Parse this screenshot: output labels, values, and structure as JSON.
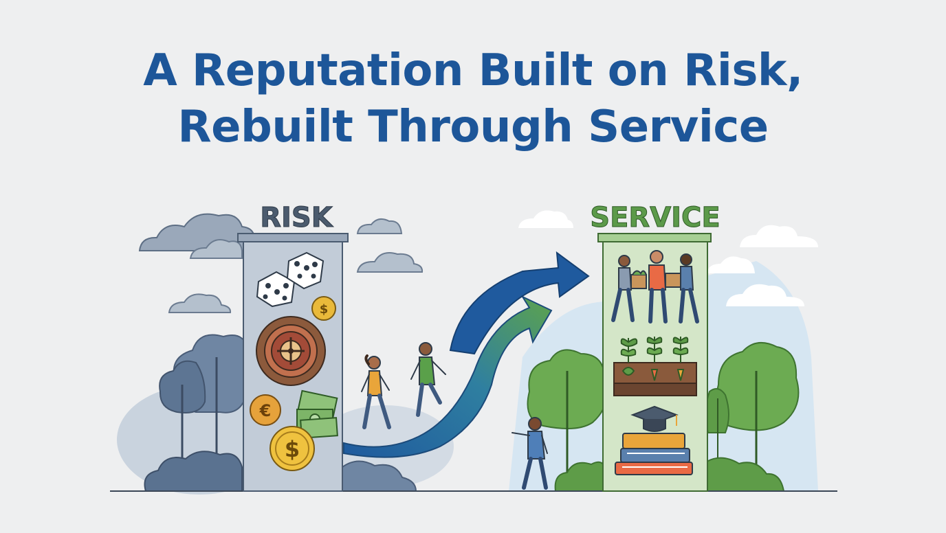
{
  "title": {
    "line1": "A Reputation Built on Risk,",
    "line2": "Rebuilt Through Service"
  },
  "left_tower": {
    "label": "RISK"
  },
  "right_tower": {
    "label": "SERVICE"
  },
  "colors": {
    "title": "#1d5699",
    "risk_label": "#4b5b6e",
    "service_label": "#5c9a4a",
    "blue_arrow": "#1f5a9e",
    "green_arrow": "#5da34d"
  }
}
